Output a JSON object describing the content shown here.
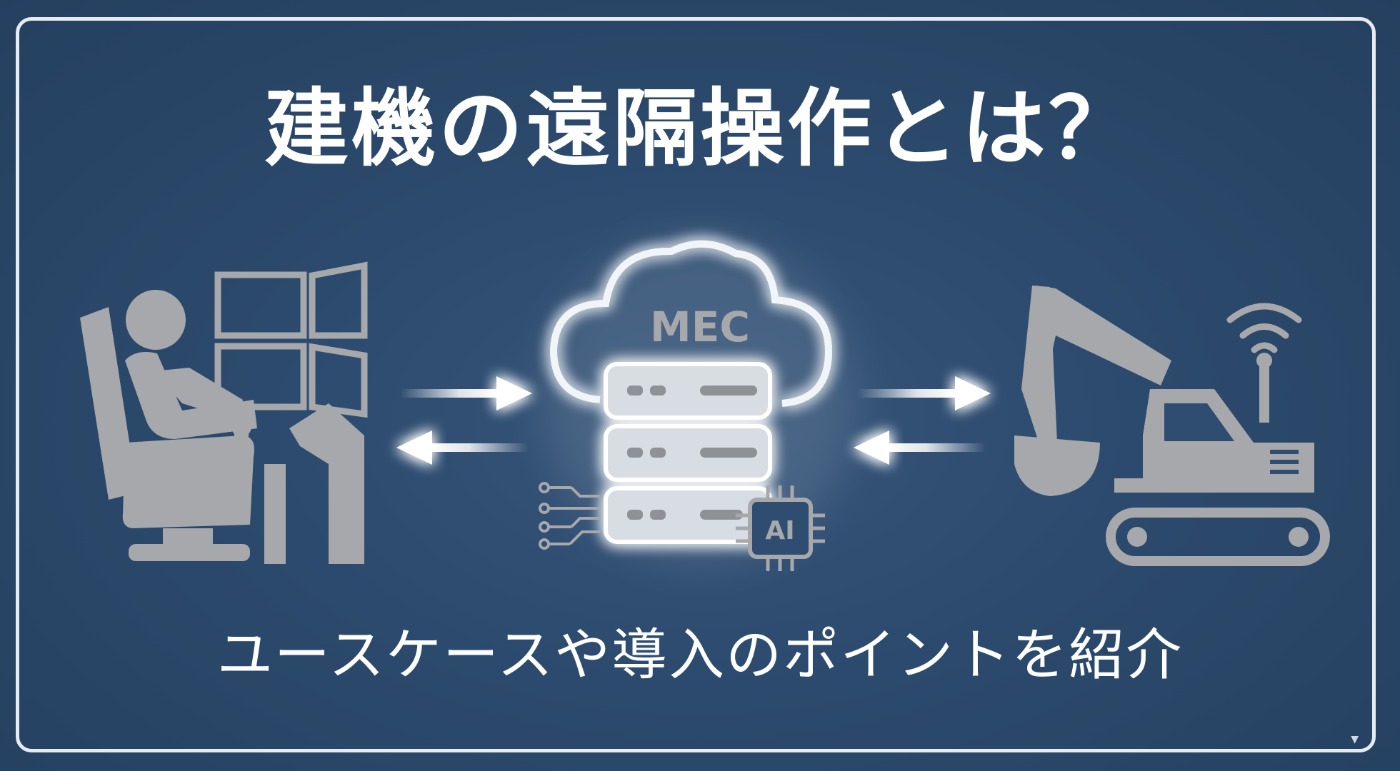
{
  "title": "建機の遠隔操作とは？",
  "subtitle": "ユースケースや導入のポイントを紹介",
  "center_node": {
    "cloud_label": "MEC",
    "chip_label": "AI"
  },
  "corner_mark": "▼",
  "icons": [
    "operator-cockpit-icon",
    "mec-server-cloud-icon",
    "ai-chip-icon",
    "excavator-icon",
    "wireless-signal-icon"
  ],
  "colors": {
    "background": "#2c4a6d",
    "frame": "#e6ebf1",
    "icon_gray": "#a6a8ab",
    "glow": "#ffffff"
  }
}
